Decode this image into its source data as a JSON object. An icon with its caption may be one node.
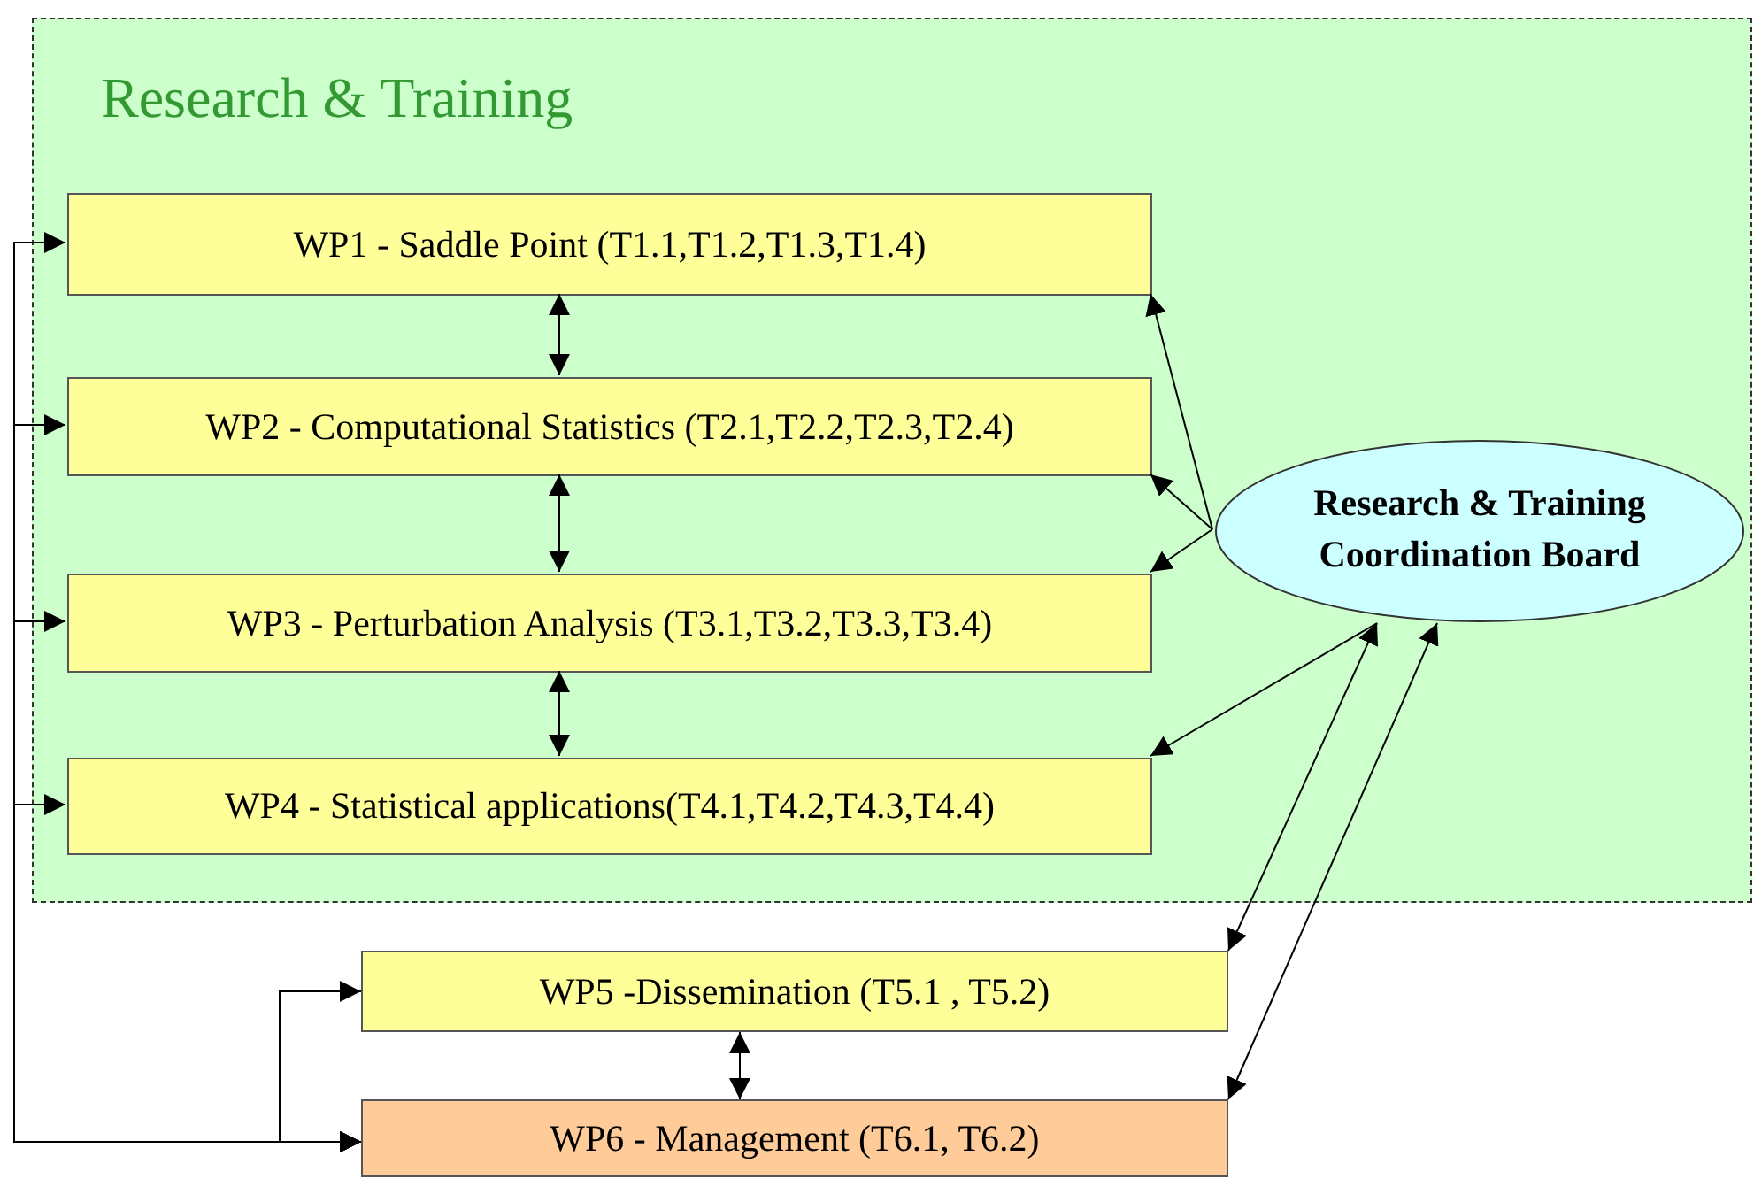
{
  "diagram": {
    "nodes": [
      {
        "text": [
          "Research & Training"
        ]
      },
      {
        "text": [
          "WP1 - Saddle Point (T1.1,T1.2,T1.3,T1.4)"
        ],
        "in": 0
      },
      {
        "text": [
          "WP2 - Computational Statistics (T2.1,T2.2,T2.3,T2.4)"
        ],
        "in": 0
      },
      {
        "text": [
          "WP3 - Perturbation Analysis (T3.1,T3.2,T3.3,T3.4)"
        ],
        "in": 0
      },
      {
        "text": [
          "WP4 - Statistical applications(T4.1,T4.2,T4.3,T4.4)"
        ],
        "in": 0
      },
      {
        "text": [
          "Research  & Training Coordination Board"
        ],
        "in": 0
      },
      {
        "text": [
          "WP5 -Dissemination (T5.1 , T5.2)"
        ]
      },
      {
        "text": [
          "WP6 - Management (T6.1, T6.2)"
        ]
      }
    ],
    "edges": [
      {
        "from": 1,
        "to": 2,
        "arrow": "both"
      },
      {
        "from": 2,
        "to": 3,
        "arrow": "both"
      },
      {
        "from": 3,
        "to": 4,
        "arrow": "both"
      },
      {
        "from": 6,
        "to": 7,
        "arrow": "both"
      },
      {
        "from": 5,
        "to": 1,
        "arrow": "to"
      },
      {
        "from": 5,
        "to": 2,
        "arrow": "to"
      },
      {
        "from": 5,
        "to": 3,
        "arrow": "to"
      },
      {
        "from": 5,
        "to": 4,
        "arrow": "to"
      },
      {
        "from": 5,
        "to": 6,
        "arrow": "both"
      },
      {
        "from": 5,
        "to": 7,
        "arrow": "both"
      },
      {
        "from": 7,
        "to": 1,
        "arrow": "both"
      },
      {
        "from": 7,
        "to": 2,
        "arrow": "both"
      },
      {
        "from": 7,
        "to": 3,
        "arrow": "both"
      },
      {
        "from": 7,
        "to": 4,
        "arrow": "both"
      },
      {
        "from": 7,
        "to": 6,
        "arrow": "both"
      }
    ]
  }
}
